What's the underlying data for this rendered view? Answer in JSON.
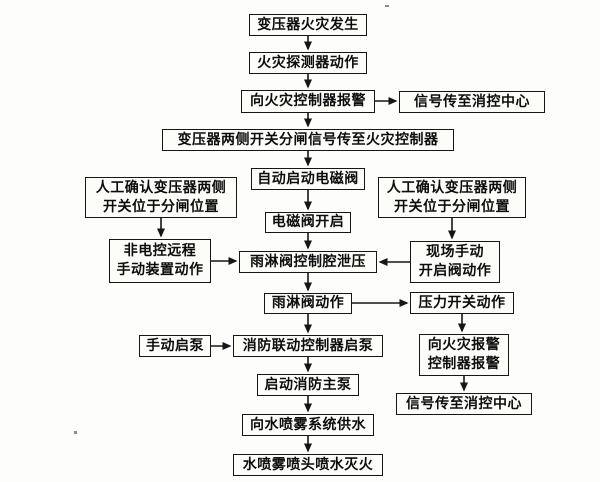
{
  "colors": {
    "background": "#fdfdfb",
    "box_border": "#161616",
    "text": "#0d0d0d"
  },
  "diagram": {
    "type": "flowchart",
    "language": "zh-CN",
    "nodes": {
      "fire_occurs": "变压器火灾发生",
      "detector_action": "火灾探测器动作",
      "alarm_to_controller": "向火灾控制器报警",
      "signal_to_center_1": "信号传至消控中心",
      "switch_signal": "变压器两侧开关分闸信号传至火灾控制器",
      "auto_solenoid": "自动启动电磁阀",
      "left_confirm": "人工确认变压器两侧\n开关位于分闸位置",
      "right_confirm": "人工确认变压器两侧\n开关位于分闸位置",
      "solenoid_open": "电磁阀开启",
      "non_electric_manual": "非电控远程\n手动装置动作",
      "deluge_relief": "雨淋阀控制腔泄压",
      "site_manual": "现场手动\n开启阀动作",
      "deluge_action": "雨淋阀动作",
      "pressure_switch": "压力开关动作",
      "manual_pump": "手动启泵",
      "linkage_pump": "消防联动控制器启泵",
      "alarm_report": "向火灾报警\n控制器报警",
      "start_main_pump": "启动消防主泵",
      "signal_to_center_2": "信号传至消控中心",
      "water_supply": "向水喷雾系统供水",
      "spray_extinguish": "水喷雾喷头喷水灭火"
    },
    "edges": [
      {
        "from": "fire_occurs",
        "to": "detector_action"
      },
      {
        "from": "detector_action",
        "to": "alarm_to_controller"
      },
      {
        "from": "alarm_to_controller",
        "to": "signal_to_center_1"
      },
      {
        "from": "alarm_to_controller",
        "to": "switch_signal"
      },
      {
        "from": "switch_signal",
        "to": "auto_solenoid"
      },
      {
        "from": "auto_solenoid",
        "to": "solenoid_open"
      },
      {
        "from": "solenoid_open",
        "to": "deluge_relief"
      },
      {
        "from": "left_confirm",
        "to": "non_electric_manual"
      },
      {
        "from": "non_electric_manual",
        "to": "deluge_relief"
      },
      {
        "from": "right_confirm",
        "to": "site_manual"
      },
      {
        "from": "site_manual",
        "to": "deluge_relief"
      },
      {
        "from": "deluge_relief",
        "to": "deluge_action"
      },
      {
        "from": "deluge_action",
        "to": "pressure_switch"
      },
      {
        "from": "deluge_action",
        "to": "linkage_pump"
      },
      {
        "from": "manual_pump",
        "to": "linkage_pump"
      },
      {
        "from": "pressure_switch",
        "to": "alarm_report"
      },
      {
        "from": "linkage_pump",
        "to": "start_main_pump"
      },
      {
        "from": "alarm_report",
        "to": "signal_to_center_2"
      },
      {
        "from": "start_main_pump",
        "to": "water_supply"
      },
      {
        "from": "water_supply",
        "to": "spray_extinguish"
      }
    ]
  }
}
